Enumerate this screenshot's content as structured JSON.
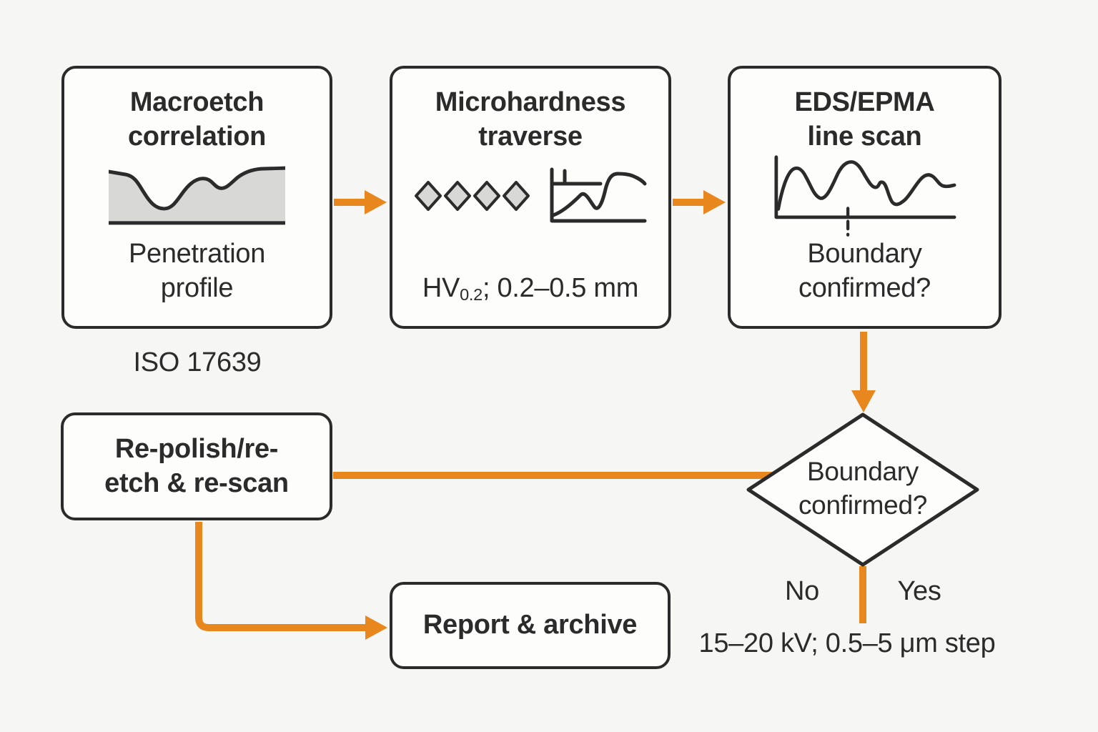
{
  "palette": {
    "background": "#F6F6F4",
    "node_fill": "#FDFDFC",
    "outline_ink": "#2B2B2B",
    "arrow_accent": "#E8871E",
    "icon_fill": "#D8D8D6"
  },
  "nodes": {
    "macroetch": {
      "title": "Macroetch\ncorrelation",
      "icon": "penetration-profile-icon",
      "caption": "Penetration\nprofile",
      "standard_note": "ISO 17639"
    },
    "microhardness": {
      "title": "Microhardness\ntraverse",
      "icons": [
        "indenter-diamonds-icon",
        "hardness-profile-chart-icon"
      ],
      "caption_prefix": "HV",
      "caption_subscript": "0.2",
      "caption_suffix": "; 0.2–0.5 mm"
    },
    "eds_epma": {
      "title": "EDS/EPMA\nline scan",
      "icon": "line-scan-chart-icon",
      "caption": "Boundary\nconfirmed?"
    },
    "decision": {
      "label": "Boundary\nconfirmed?",
      "branch_no": "No",
      "branch_yes": "Yes",
      "parameters_note": "15–20 kV; 0.5–5 μm step"
    },
    "repolish": {
      "title": "Re-polish/re-\netch & re-scan"
    },
    "report": {
      "title": "Report & archive"
    }
  }
}
